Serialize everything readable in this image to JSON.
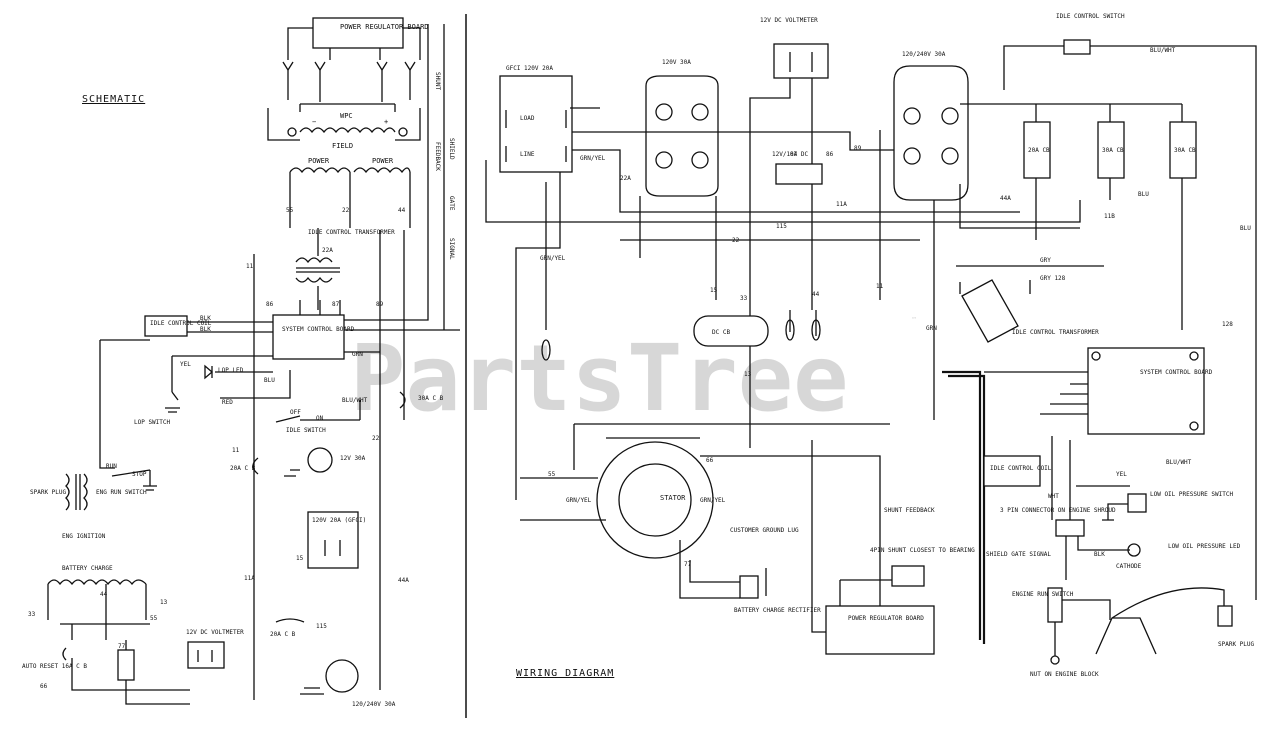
{
  "watermark": {
    "text": "PartsTree",
    "tm": "™"
  },
  "schematic": {
    "title": "SCHEMATIC",
    "power_regulator_board": "POWER REGULATOR BOARD",
    "wpc": "WPC",
    "field": "FIELD",
    "field_minus": "−",
    "field_plus": "+",
    "power_left": "POWER",
    "power_right": "POWER",
    "idle_control_transformer": "IDLE CONTROL TRANSFORMER",
    "system_control_board": "SYSTEM CONTROL BOARD",
    "idle_control_coil": "IDLE CONTROL COIL",
    "blk1": "BLK",
    "blk2": "BLK",
    "lop_led": "LOP LED",
    "yel": "YEL",
    "red": "RED",
    "blu": "BLU",
    "grn": "GRN",
    "blu_wht": "BLU/WHT",
    "lop_switch": "LOP SWITCH",
    "off": "OFF",
    "on": "ON",
    "idle_switch": "IDLE SWITCH",
    "run": "RUN",
    "stop": "STOP",
    "eng_run_switch": "ENG RUN SWITCH",
    "spark_plug": "SPARK PLUG",
    "eng_ignition": "ENG IGNITION",
    "battery_charge": "BATTERY CHARGE",
    "auto_reset_cb": "AUTO RESET 16A C B",
    "dc_voltmeter": "12V DC VOLTMETER",
    "cb_30a_right": "30A C B",
    "outlet_12v_30a": "12V 30A",
    "cb_20a_left": "20A C B",
    "gfci_120v_20a": "120V 20A (GFCI)",
    "cb_20a_lower": "20A C B",
    "outlet_120_240_30a": "120/240V 30A",
    "shunt_side_1": "SHUNT",
    "shunt_side_2": "FEEDBACK",
    "shield_side": "SHIELD",
    "gate_side": "GATE",
    "signal_side": "SIGNAL",
    "wires": [
      "11",
      "22",
      "44",
      "55",
      "11",
      "22A",
      "22",
      "44A",
      "11A",
      "115",
      "33",
      "44",
      "55",
      "66",
      "77",
      "13",
      "15",
      "86",
      "87",
      "89"
    ]
  },
  "wiring": {
    "title": "WIRING DIAGRAM",
    "gfci": "GFCI 120V 20A",
    "load": "LOAD",
    "line": "LINE",
    "outlet_120v_30a": "120V 30A",
    "dc_voltmeter": "12V DC VOLTMETER",
    "outlet_12v_10a_dc": "12V/10A DC",
    "outlet_120_240v_30a": "120/240V 30A",
    "idle_control_switch": "IDLE CONTROL SWITCH",
    "cb_20a": "20A CB",
    "cb_30a_1": "30A CB",
    "cb_30a_2": "30A CB",
    "blu_wht_top": "BLU/WHT",
    "blu_right": "BLU",
    "grn_yel_1": "GRN/YEL",
    "grn_yel_2": "GRN/YEL",
    "grn_yel_3": "GRN/YEL",
    "grn_yel_4": "GRN/YEL",
    "dc_cb": "DC CB",
    "stator": "STATOR",
    "idle_control_transformer": "IDLE CONTROL TRANSFORMER",
    "system_control_board": "SYSTEM CONTROL BOARD",
    "idle_control_coil": "IDLE CONTROL COIL",
    "customer_ground_lug": "CUSTOMER GROUND LUG",
    "battery_charge_rectifier": "BATTERY CHARGE RECTIFIER",
    "power_regulator_board": "POWER REGULATOR BOARD",
    "pin_connector": "4PIN SHUNT CLOSEST TO BEARING",
    "shunt_feedback": "SHUNT FEEDBACK",
    "shield_gate_signal": "SHIELD GATE SIGNAL",
    "pin3_connector": "3 PIN CONNECTOR ON ENGINE SHROUD",
    "low_oil_switch": "LOW OIL PRESSURE SWITCH",
    "low_oil_led": "LOW OIL PRESSURE LED",
    "cathode": "CATHODE",
    "engine_run_switch": "ENGINE RUN SWITCH",
    "nut_on_engine_block": "NUT ON ENGINE BLOCK",
    "spark_plug": "SPARK PLUG",
    "yel": "YEL",
    "blk": "BLK",
    "wht": "WHT",
    "grn": "GRN",
    "blu": "BLU",
    "blu_wht": "BLU/WHT",
    "gry": "GRY",
    "gry_128": "GRY 128",
    "wires": [
      "22",
      "33",
      "44",
      "11",
      "22A",
      "44A",
      "11A",
      "11B",
      "13",
      "15",
      "55",
      "66",
      "77",
      "86",
      "87",
      "89",
      "115",
      "128"
    ]
  }
}
